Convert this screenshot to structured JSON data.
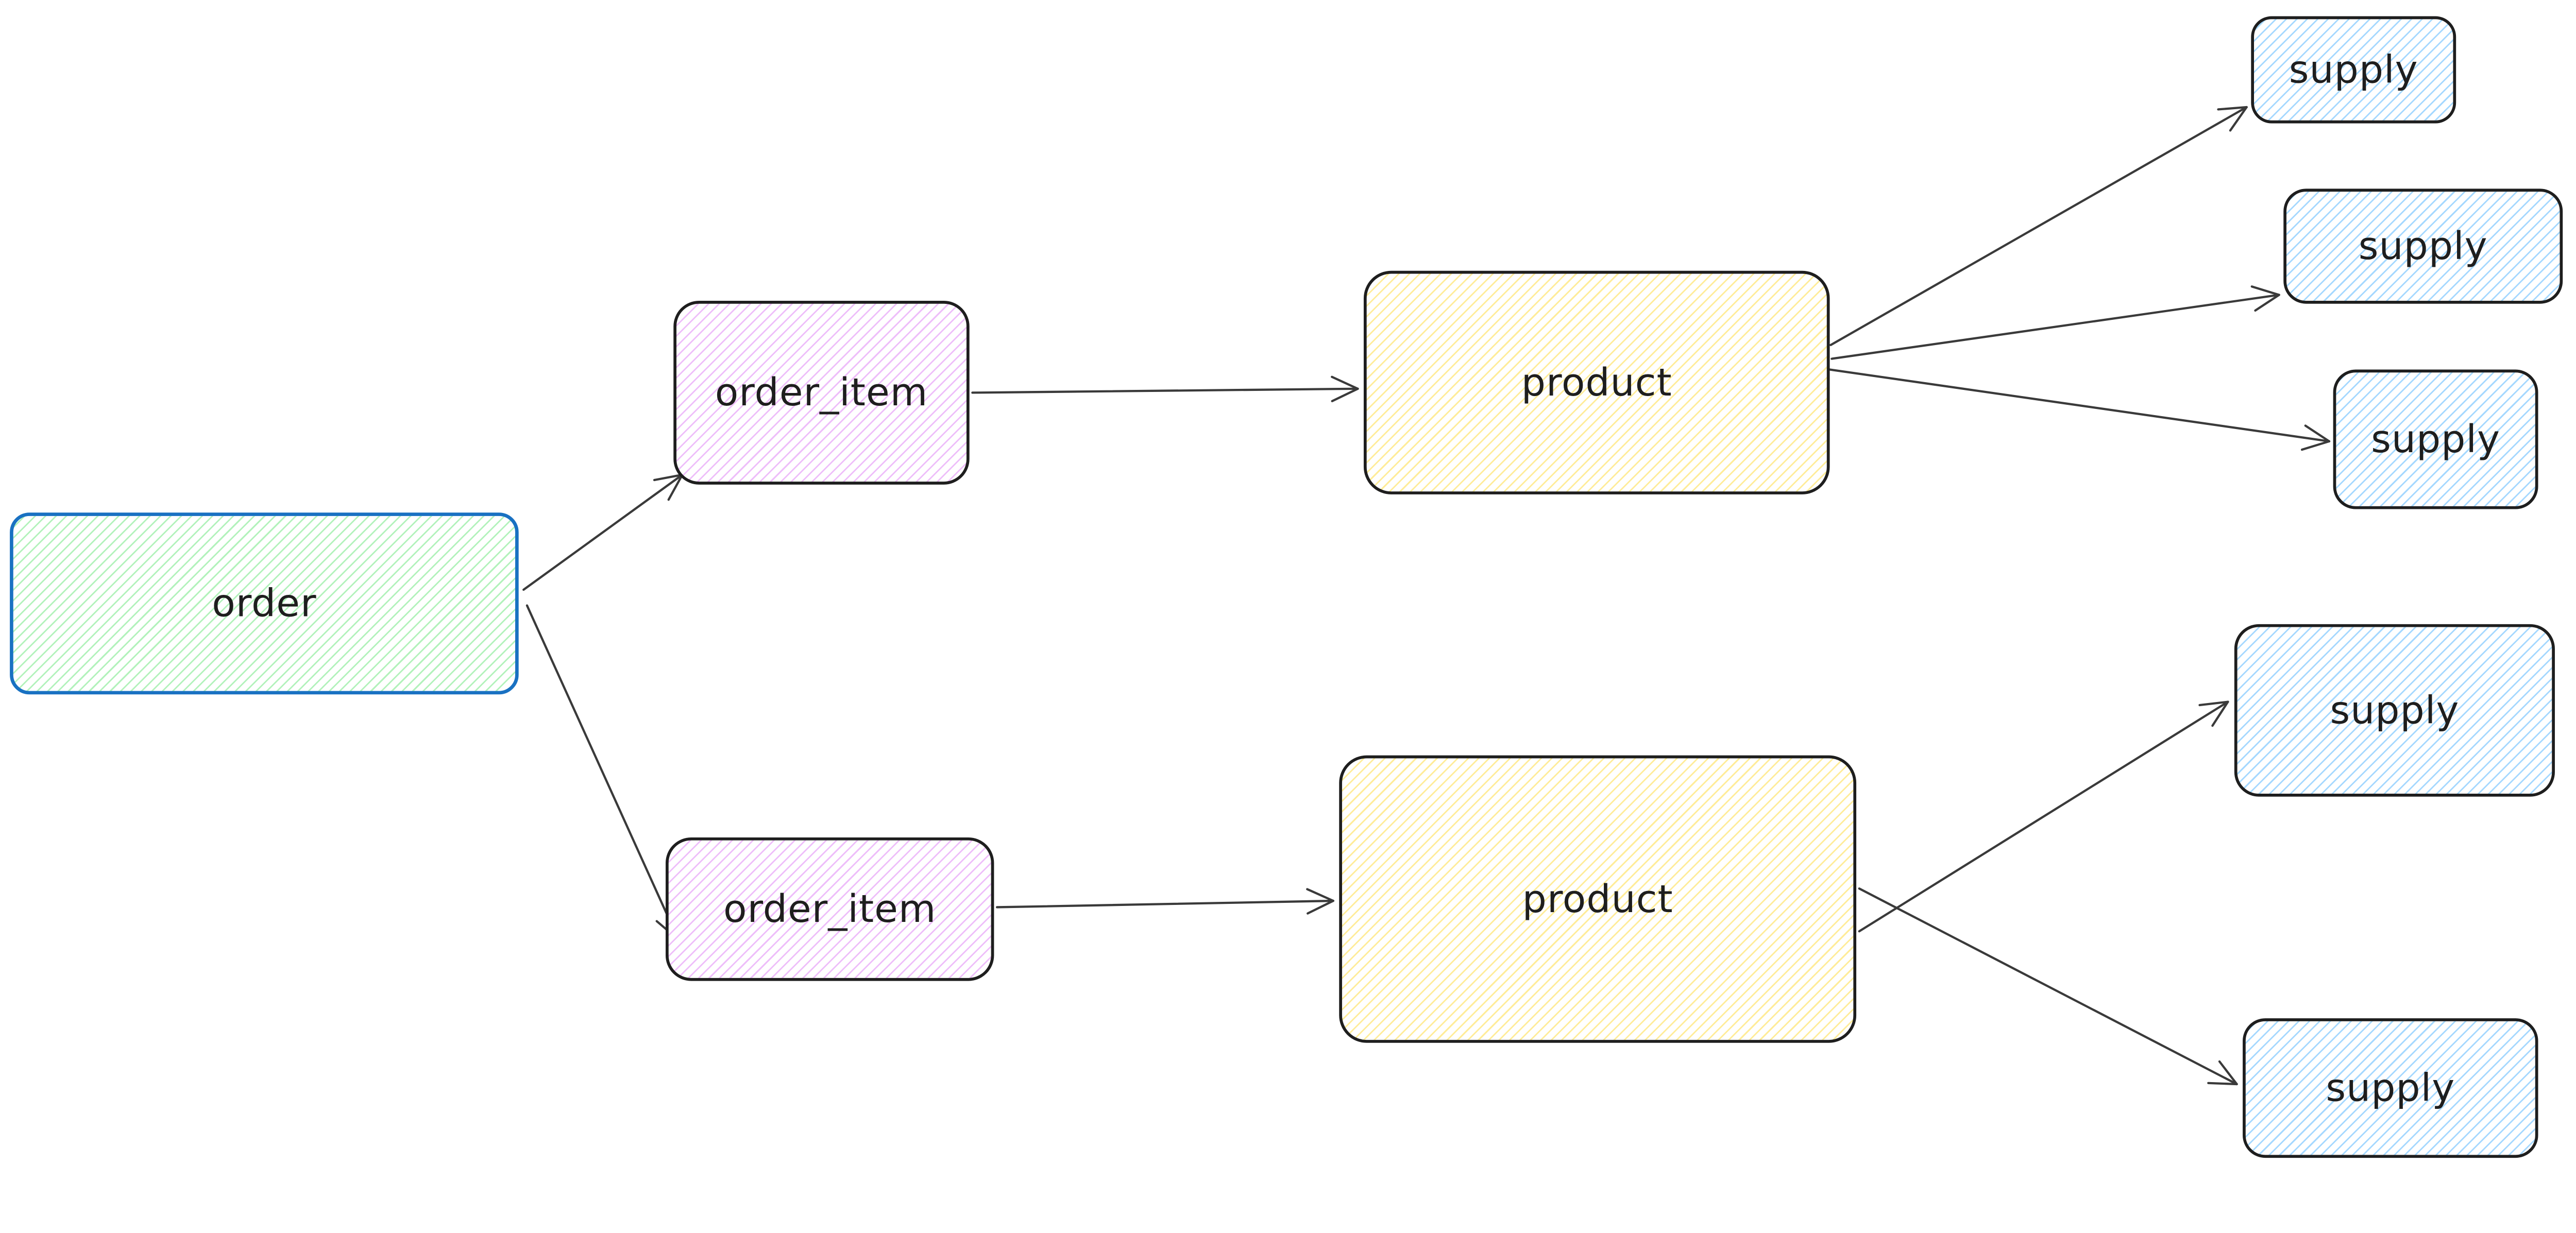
{
  "diagram": {
    "background_color": "#ffffff",
    "text_color": "#1e1e1e",
    "arrow_color": "#3a3a3a",
    "fill_style": "hachure",
    "nodes": [
      {
        "id": "order",
        "label": "order",
        "fill": "#b2f2bb",
        "stroke": "#1971c2"
      },
      {
        "id": "order_item_1",
        "label": "order_item",
        "fill": "#eebefa",
        "stroke": "#1e1e1e"
      },
      {
        "id": "order_item_2",
        "label": "order_item",
        "fill": "#eebefa",
        "stroke": "#1e1e1e"
      },
      {
        "id": "product_1",
        "label": "product",
        "fill": "#ffec99",
        "stroke": "#1e1e1e"
      },
      {
        "id": "product_2",
        "label": "product",
        "fill": "#ffec99",
        "stroke": "#1e1e1e"
      },
      {
        "id": "supply_1",
        "label": "supply",
        "fill": "#a5d8ff",
        "stroke": "#1e1e1e"
      },
      {
        "id": "supply_2",
        "label": "supply",
        "fill": "#a5d8ff",
        "stroke": "#1e1e1e"
      },
      {
        "id": "supply_3",
        "label": "supply",
        "fill": "#a5d8ff",
        "stroke": "#1e1e1e"
      },
      {
        "id": "supply_4",
        "label": "supply",
        "fill": "#a5d8ff",
        "stroke": "#1e1e1e"
      },
      {
        "id": "supply_5",
        "label": "supply",
        "fill": "#a5d8ff",
        "stroke": "#1e1e1e"
      }
    ],
    "edges": [
      {
        "from": "order",
        "to": "order_item_1"
      },
      {
        "from": "order",
        "to": "order_item_2"
      },
      {
        "from": "order_item_1",
        "to": "product_1"
      },
      {
        "from": "order_item_2",
        "to": "product_2"
      },
      {
        "from": "product_1",
        "to": "supply_1"
      },
      {
        "from": "product_1",
        "to": "supply_2"
      },
      {
        "from": "product_1",
        "to": "supply_3"
      },
      {
        "from": "product_2",
        "to": "supply_4"
      },
      {
        "from": "product_2",
        "to": "supply_5"
      }
    ]
  }
}
